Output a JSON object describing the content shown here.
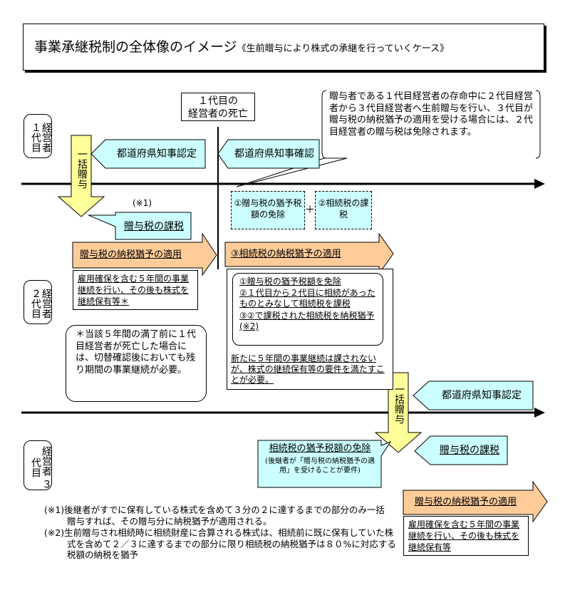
{
  "title": {
    "main": "事業承継税制の全体像のイメージ",
    "sub": "《生前贈与により株式の承継を行っていくケース》"
  },
  "generations": {
    "gen1": "経営者\n１代目",
    "gen2": "経営者\n２代目",
    "gen3": "経営者\n３代目"
  },
  "death_label": "１代目の\n経営者の死亡",
  "note_top": "贈与者である１代目経営者の存命中に２代目経営者から３代目経営者へ生前贈与を行い、３代目が贈与税の納税猶予の適用を受ける場合には、２代目経営者の贈与税は免除されます。",
  "gift1": {
    "lump_sum_label": "一括贈与",
    "prefecture_cert": "都道府県知事認定",
    "note_mark": "(※1)",
    "gift_tax": "贈与税の課税",
    "deferral_label": "贈与税の納税猶予の適用",
    "deferral_note": "雇用確保を含む５年間の事業継続を行い、その後も株式を継続保有等＊"
  },
  "after_death": {
    "prefecture_confirm": "都道府県知事確認",
    "exemption": "①贈与税の猶予税額の免除",
    "plus": "＋",
    "inheritance_tax": "②相続税の課税",
    "inheritance_deferral": "③相続税の納税猶予の適用",
    "steps": [
      "①贈与税の猶予税額を免除",
      "②１代目から２代目に相続があったものとみなして相続税を課税",
      "③②で課税された相続税を納税猶予(※2)"
    ],
    "continuation_note": "新たに５年間の事業継続は課されないが、株式の継続保有等の要件を満たすことが必要。"
  },
  "footnote_asterisk": "＊当該５年間の満了前に１代目経営者が死亡した場合には、切替確認後においても残り期間の事業継続が必要。",
  "gift2": {
    "lump_sum_label": "一括贈与",
    "prefecture_cert": "都道府県知事認定",
    "inheritance_exemption": "相続税の猶予税額の免除",
    "inheritance_exemption_note": "(後継者が「贈与税の納税猶予の適用」を受けることが要件)",
    "gift_tax": "贈与税の課税",
    "deferral_label": "贈与税の納税猶予の適用",
    "deferral_note": "雇用確保を含む５年間の事業継続を行い、その後も株式を継続保有等"
  },
  "footnotes": [
    "(※1)後継者がすでに保有している株式を含めて３分の２に達するまでの部分のみ一括贈与すれば、その贈与分に納税猶予が適用される。",
    "(※2)生前贈与され相続時に相続財産に合算される株式は、相続前に既に保有していた株式を含めて２／３に達するまでの部分に限り相続税の納税猶予は８０%に対応する税額の納税を猶予"
  ],
  "colors": {
    "cyan": "#ccffff",
    "yellow": "#ffff99",
    "orange": "#ffcc99",
    "line": "#000000"
  }
}
